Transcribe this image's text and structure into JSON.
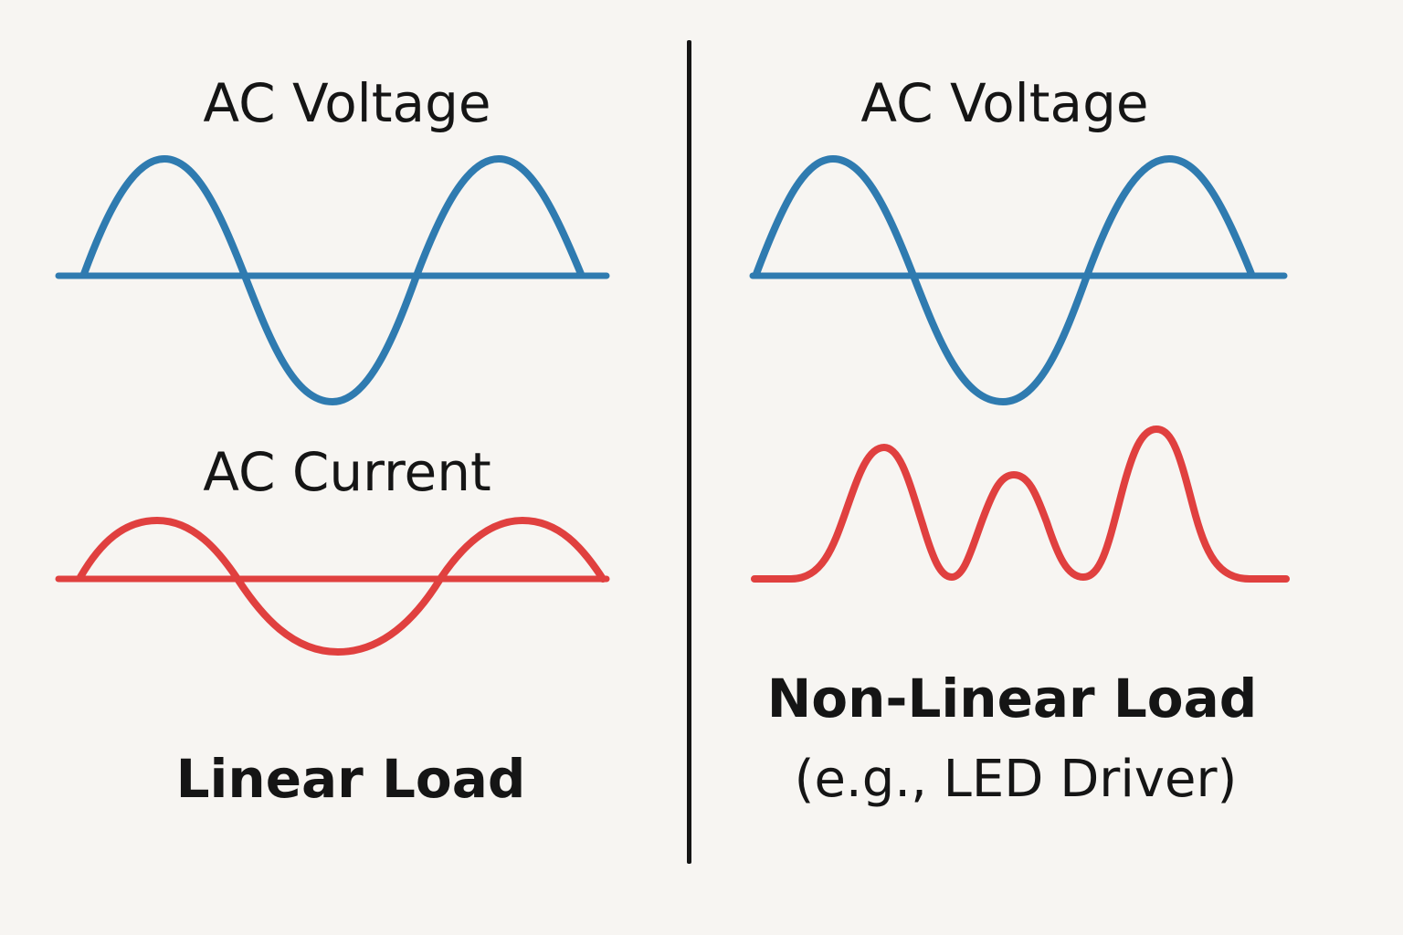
{
  "colors": {
    "background": "#f7f5f2",
    "voltage": "#2f7bb0",
    "current": "#e0403f",
    "text": "#151515"
  },
  "left_panel": {
    "voltage_label": "AC Voltage",
    "current_label": "AC Current",
    "load_label": "Linear Load"
  },
  "right_panel": {
    "voltage_label": "AC Voltage",
    "load_label": "Non-Linear Load",
    "load_example": "(e.g., LED Driver)"
  }
}
